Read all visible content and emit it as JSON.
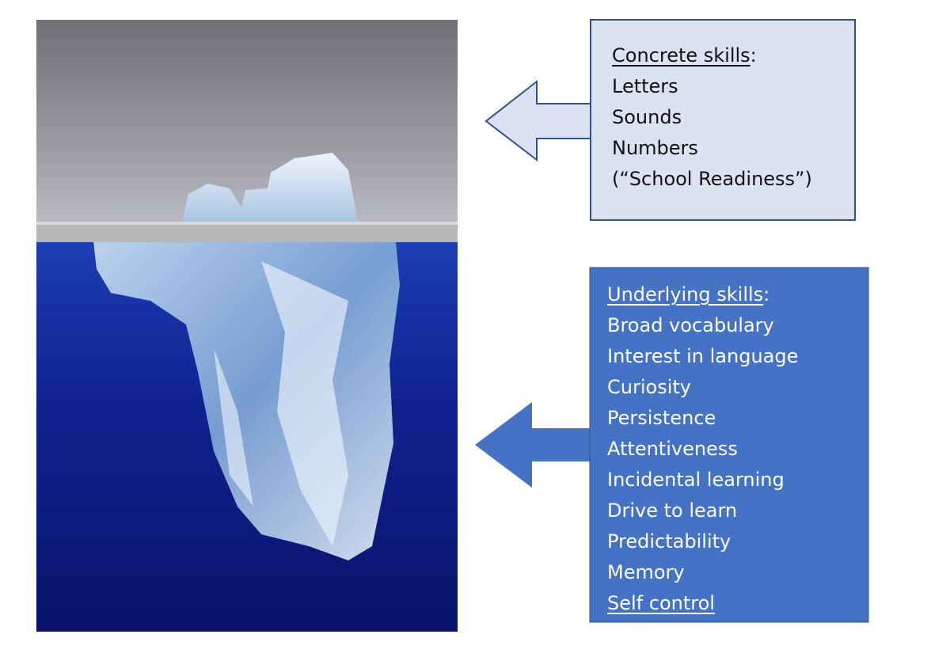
{
  "image": {
    "subject": "iceberg-photo",
    "sky_color": "#8f9097",
    "water_color": "#0e1f86"
  },
  "concrete_box": {
    "heading": "Concrete skills",
    "colon": ":",
    "items": [
      "Letters",
      "Sounds",
      "Numbers",
      "(“School Readiness”)"
    ],
    "fill": "#dbe3f3",
    "border": "#2f528f"
  },
  "underlying_box": {
    "heading": "Underlying skills",
    "colon": ":",
    "items": [
      "Broad vocabulary",
      "Interest in language",
      "Curiosity",
      "Persistence",
      "Attentiveness",
      "Incidental learning",
      "Drive to learn",
      "Predictability",
      "Memory",
      "Self control"
    ],
    "fill": "#4472c4",
    "border": "#2f528f"
  }
}
